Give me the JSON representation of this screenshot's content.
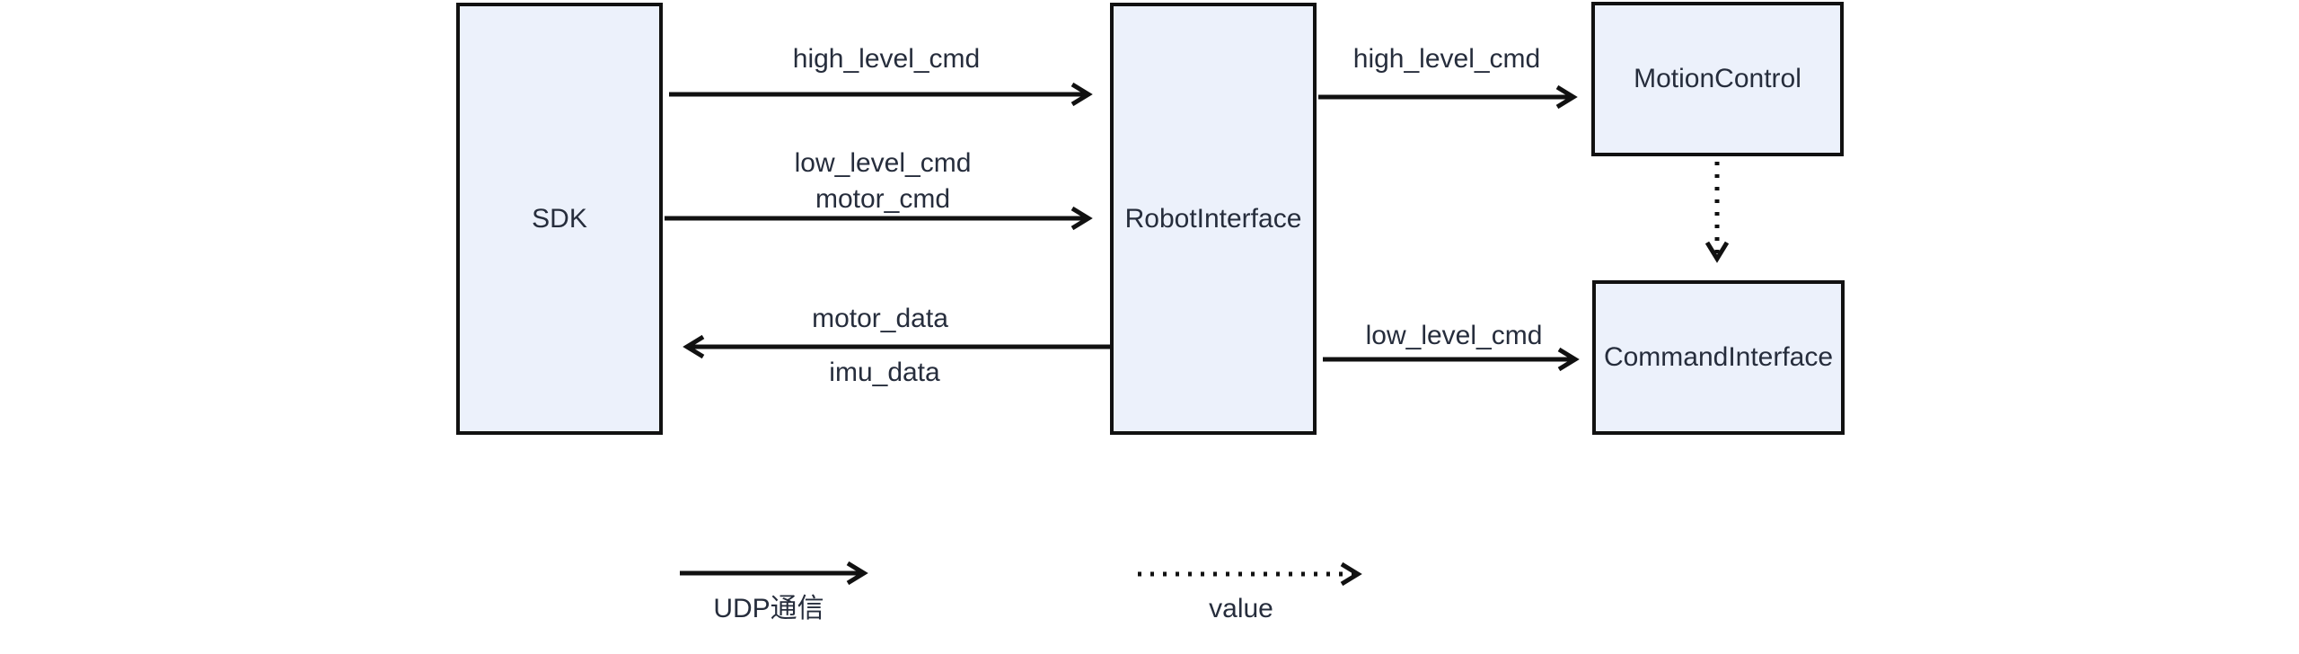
{
  "diagram": {
    "boxes": [
      {
        "id": "sdk",
        "label": "SDK"
      },
      {
        "id": "robot-interface",
        "label": "RobotInterface"
      },
      {
        "id": "motion-control",
        "label": "MotionControl"
      },
      {
        "id": "command-interface",
        "label": "CommandInterface"
      }
    ],
    "edge_labels": {
      "sdk_to_robot_top": "high_level_cmd",
      "sdk_to_robot_mid_line1": "low_level_cmd",
      "sdk_to_robot_mid_line2": "motor_cmd",
      "robot_to_sdk_line1": "motor_data",
      "robot_to_sdk_line2": "imu_data",
      "robot_to_motion": "high_level_cmd",
      "robot_to_command": "low_level_cmd"
    },
    "legend": {
      "solid_arrow_label": "UDP通信",
      "dotted_arrow_label": "value"
    },
    "colors": {
      "box_fill": "#ECF1FB",
      "box_border": "#111111",
      "arrow": "#111111",
      "text": "#262D3C",
      "background": "#FFFFFF"
    }
  }
}
